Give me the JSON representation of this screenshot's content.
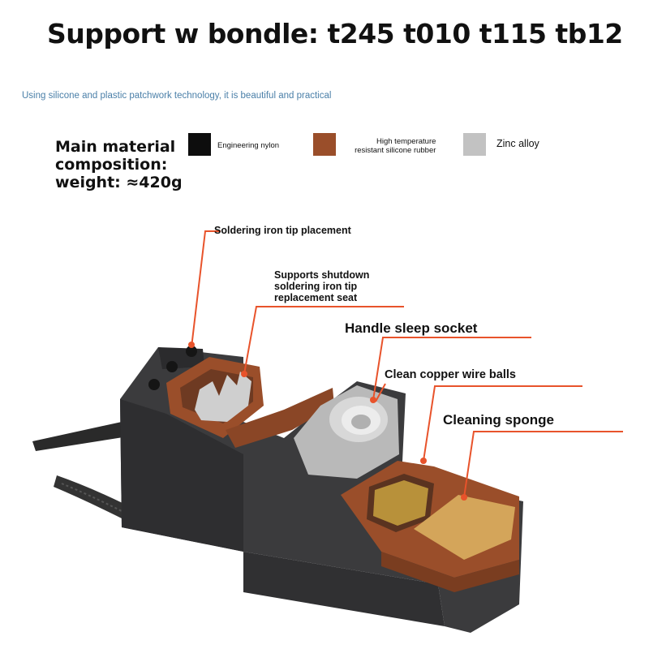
{
  "header": {
    "title": "Support w bondle: t245  t010  t115  tb12",
    "subtitle": "Using silicone and plastic patchwork technology, it is beautiful and practical"
  },
  "specs": {
    "line1": "Main material",
    "line2": "composition:",
    "line3": "weight: ≈420g"
  },
  "materials": [
    {
      "label": "Engineering nylon",
      "color": "#0d0d0d"
    },
    {
      "label_line1": "High temperature",
      "label_line2": "resistant silicone rubber",
      "color": "#9a4e2a"
    },
    {
      "label": "Zinc alloy",
      "color": "#c2c2c2"
    }
  ],
  "callouts": {
    "tip_placement": "Soldering iron tip placement",
    "shutdown_line1": "Supports shutdown",
    "shutdown_line2": "soldering iron tip",
    "shutdown_line3": "replacement seat",
    "sleep_socket": "Handle sleep socket",
    "copper_balls": "Clean copper wire balls",
    "cleaning_sponge": "Cleaning sponge"
  },
  "colors": {
    "accent_line": "#e8532b",
    "body": "#3a3a3c",
    "silicone": "#9a4e2a",
    "metal": "#c8c8c8",
    "sponge": "#d4a55a"
  }
}
